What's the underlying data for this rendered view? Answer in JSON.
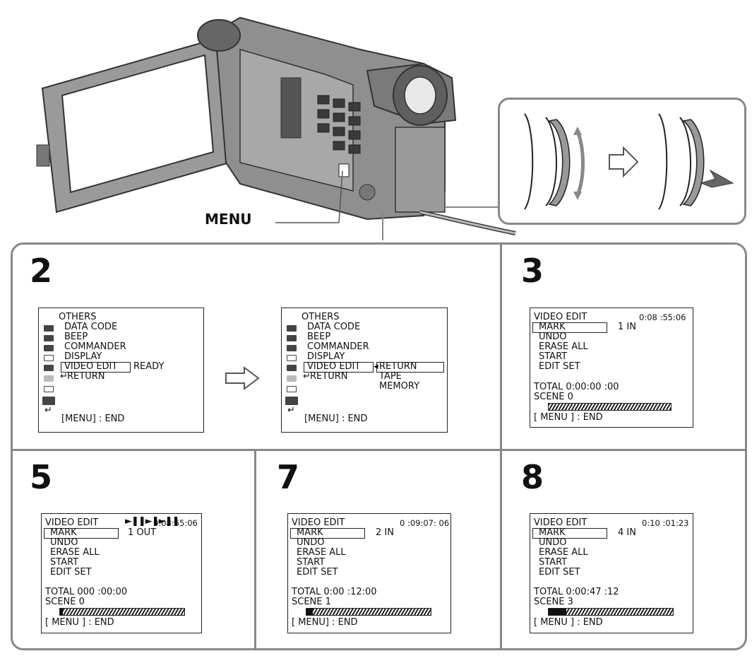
{
  "camera": {
    "menu_label": "MENU"
  },
  "panels": {
    "step2": {
      "number": "2",
      "screen_a": {
        "title": "OTHERS",
        "items": [
          "DATA CODE",
          "BEEP",
          "COMMANDER",
          "DISPLAY",
          "VIDEO EDIT",
          "RETURN"
        ],
        "selected_value": "READY",
        "footer": "[MENU] : END"
      },
      "screen_b": {
        "title": "OTHERS",
        "items": [
          "DATA CODE",
          "BEEP",
          "COMMANDER",
          "DISPLAY",
          "VIDEO EDIT",
          "RETURN"
        ],
        "submenu": [
          "RETURN",
          "TAPE",
          "MEMORY"
        ],
        "footer": "[MENU] : END"
      }
    },
    "step3": {
      "number": "3",
      "screen": {
        "title": "VIDEO EDIT",
        "time": "0:08 :55:06",
        "mark_value": "1  IN",
        "items": [
          "MARK",
          "UNDO",
          "ERASE ALL",
          "START",
          "EDIT SET"
        ],
        "total": "TOTAL  0:00:00 :00",
        "scene": "SCENE  0",
        "footer": "[ MENU ] : END",
        "progress": 0
      }
    },
    "step5": {
      "number": "5",
      "screen": {
        "title": "VIDEO EDIT",
        "time": "0:08:55:06",
        "mark_value": "1  OUT",
        "items": [
          "MARK",
          "UNDO",
          "ERASE ALL",
          "START",
          "EDIT SET"
        ],
        "total": "TOTAL  000 :00:00",
        "scene": "SCENE  0",
        "footer": "[ MENU ] : END",
        "progress": 0.02
      }
    },
    "step7": {
      "number": "7",
      "screen": {
        "title": "VIDEO EDIT",
        "time": "0 :09:07: 06",
        "mark_value": "2  IN",
        "items": [
          "MARK",
          "UNDO",
          "ERASE ALL",
          "START",
          "EDIT SET"
        ],
        "total": "TOTAL  0:00 :12:00",
        "scene": "SCENE  1",
        "footer": "[  MENU] : END",
        "progress": 0.05
      }
    },
    "step8": {
      "number": "8",
      "screen": {
        "title": "VIDEO EDIT",
        "time": "0:10 :01:23",
        "mark_value": "4  IN",
        "items": [
          "MARK",
          "UNDO",
          "ERASE ALL",
          "START",
          "EDIT SET"
        ],
        "total": "TOTAL  0:00:47 :12",
        "scene": "SCENE  3",
        "footer": "[ MENU ] : END",
        "progress": 0.14
      }
    }
  },
  "colors": {
    "frame": "#888888",
    "ink": "#111111"
  }
}
